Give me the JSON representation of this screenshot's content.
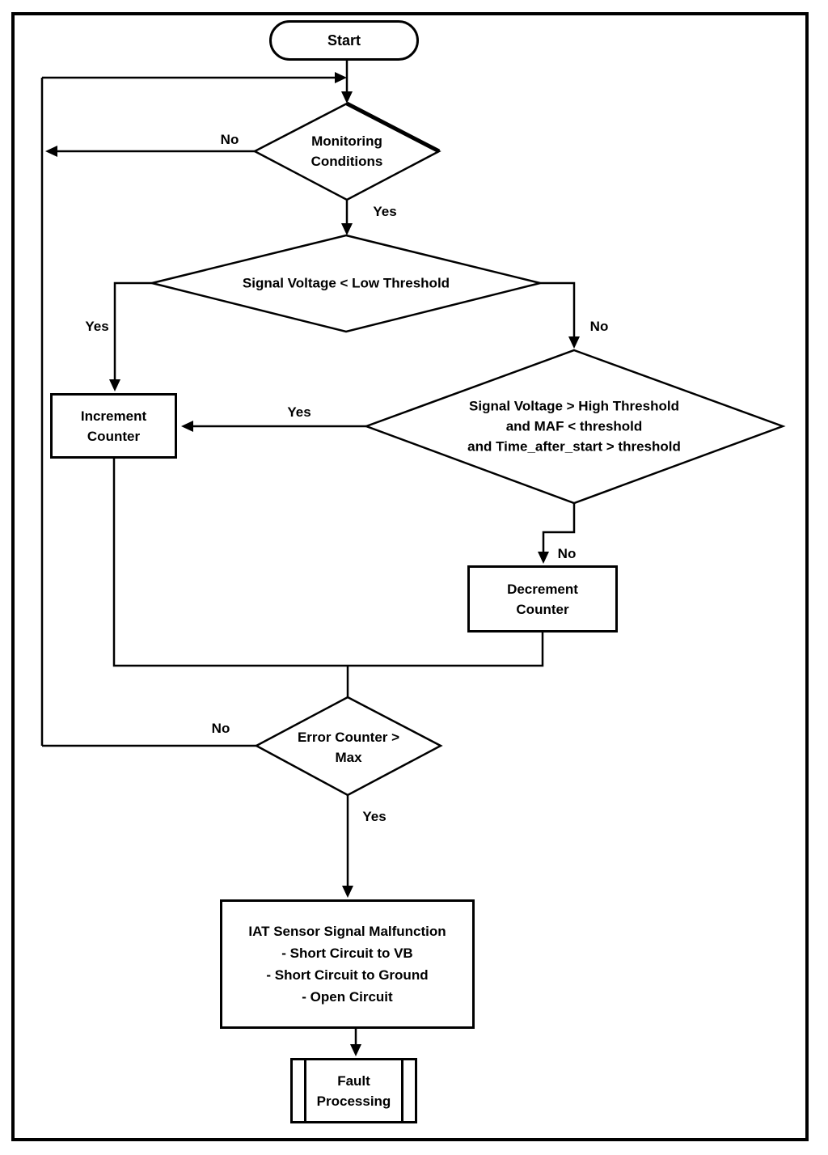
{
  "diagram": {
    "title_hint": "IAT sensor signal diagnostic flowchart",
    "colors": {
      "line": "#000000",
      "background": "#ffffff",
      "text": "#000000"
    },
    "nodes": {
      "start": {
        "label": "Start",
        "type": "terminator"
      },
      "monitoring": {
        "label": "Monitoring\nConditions",
        "type": "decision"
      },
      "low_threshold": {
        "label": "Signal Voltage < Low Threshold",
        "type": "decision"
      },
      "high_threshold": {
        "label": "Signal Voltage > High Threshold\nand MAF < threshold\nand Time_after_start > threshold",
        "type": "decision"
      },
      "increment": {
        "label": "Increment\nCounter",
        "type": "process"
      },
      "decrement": {
        "label": "Decrement\nCounter",
        "type": "process"
      },
      "error_counter": {
        "label": "Error Counter >\nMax",
        "type": "decision"
      },
      "malfunction": {
        "label": "IAT Sensor Signal Malfunction\n- Short Circuit to VB\n- Short Circuit to Ground\n- Open Circuit",
        "type": "process"
      },
      "fault_processing": {
        "label": "Fault\nProcessing",
        "type": "predefined-process"
      }
    },
    "edge_labels": {
      "monitoring_no": "No",
      "monitoring_yes": "Yes",
      "low_yes": "Yes",
      "low_no": "No",
      "high_yes": "Yes",
      "high_no": "No",
      "error_no": "No",
      "error_yes": "Yes"
    }
  }
}
